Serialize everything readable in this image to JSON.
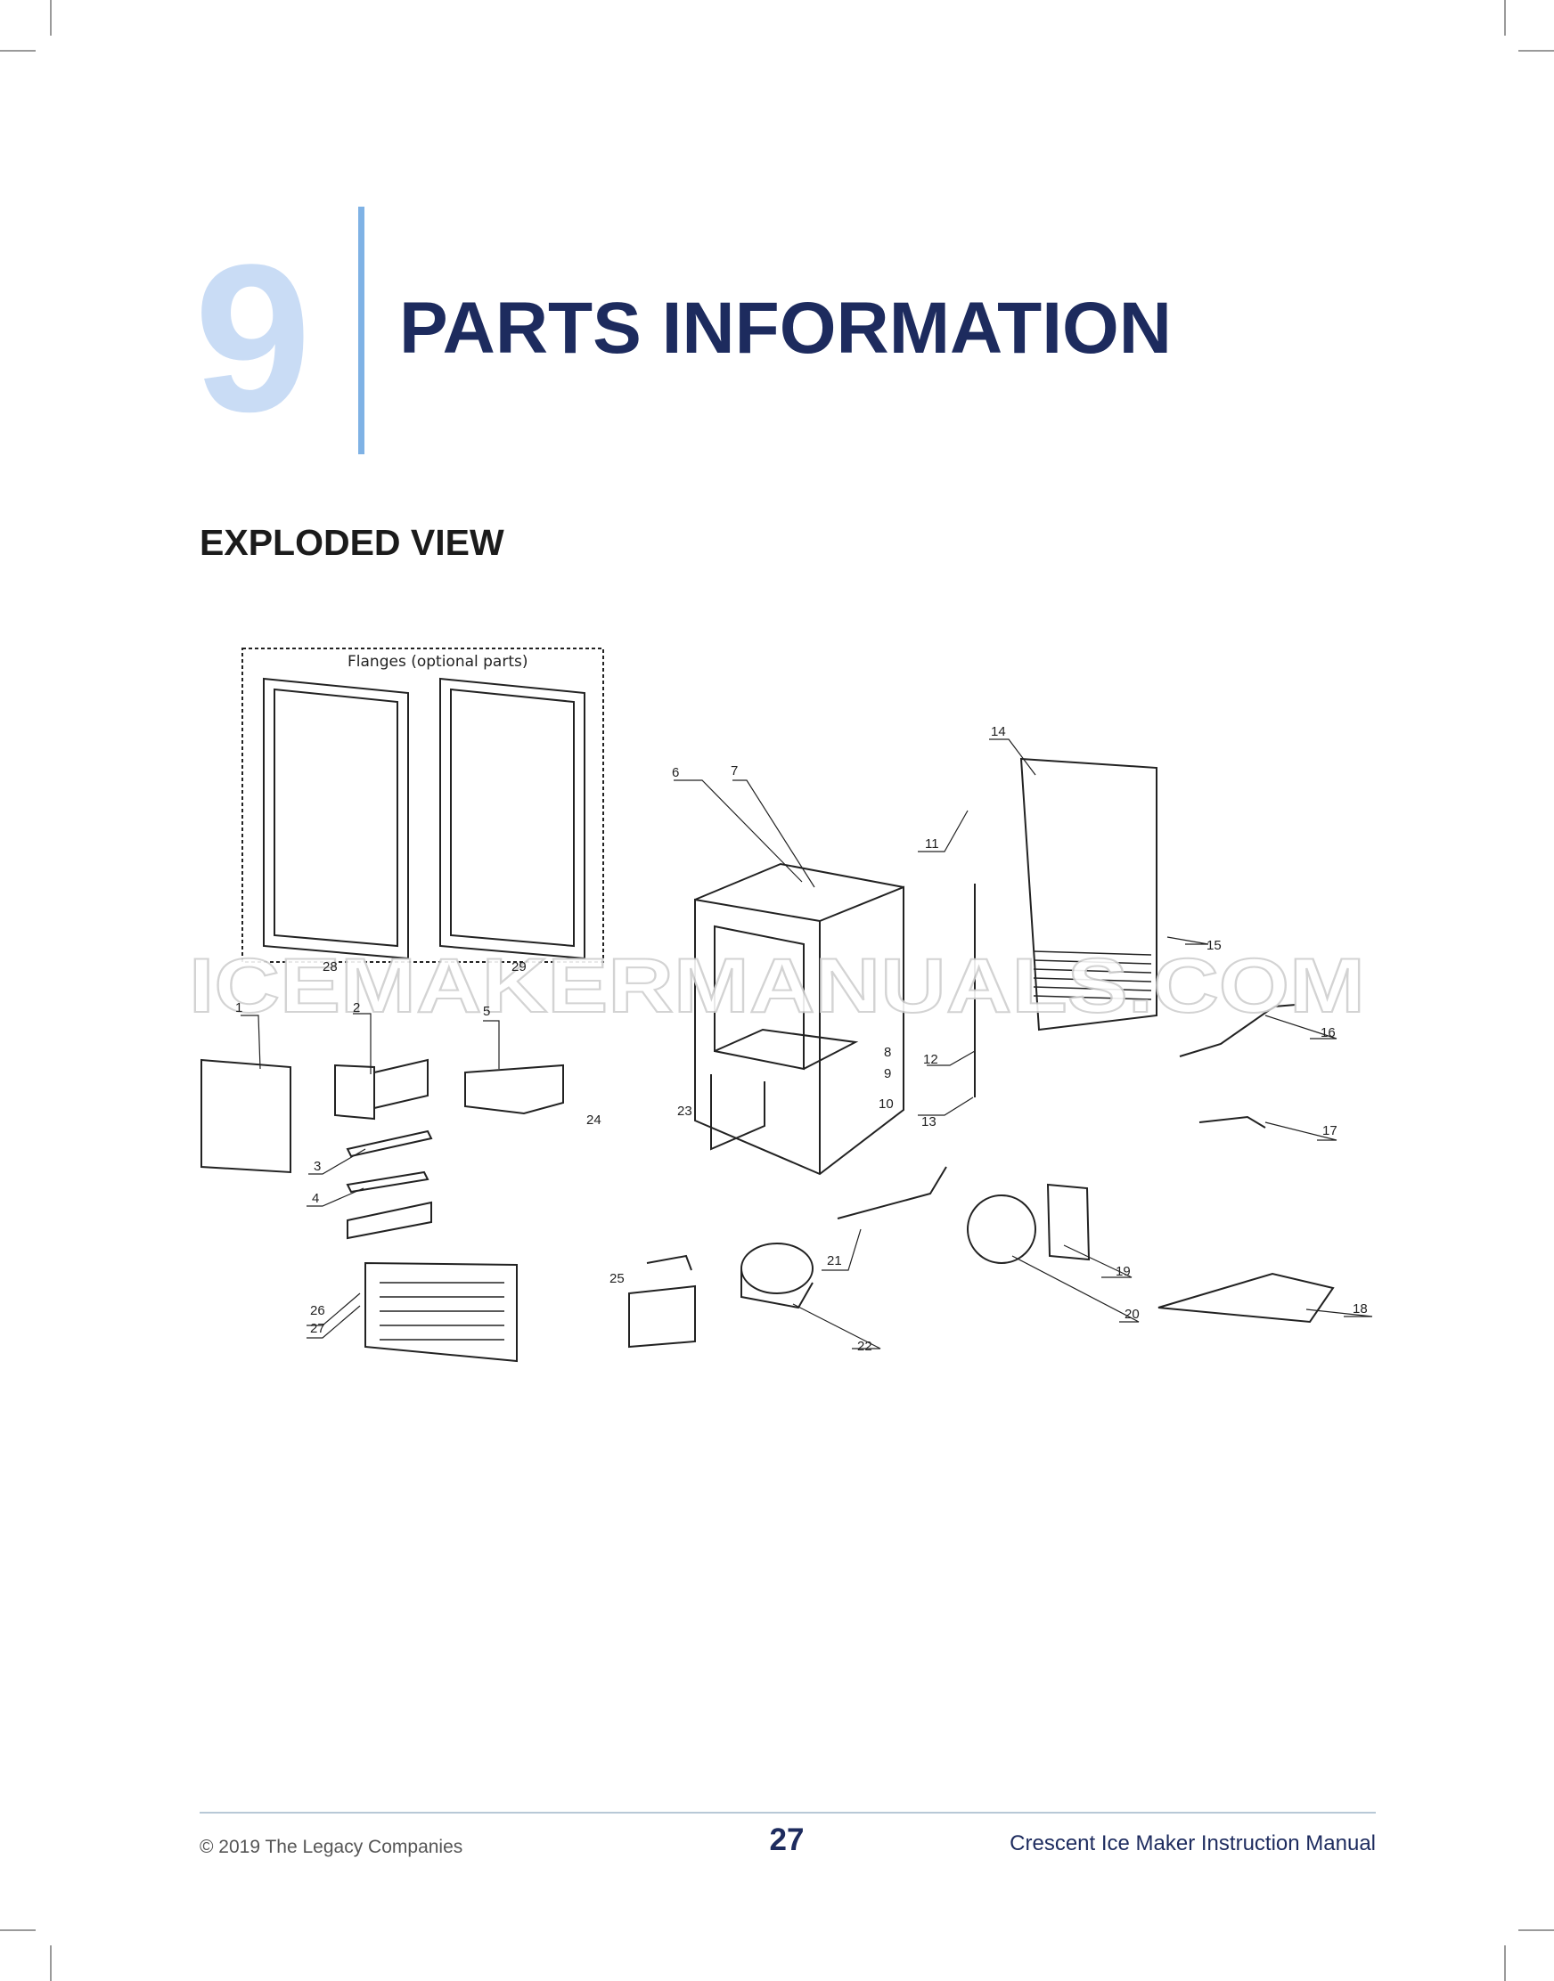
{
  "chapter": {
    "number": "9",
    "title": "PARTS INFORMATION"
  },
  "section": {
    "heading": "EXPLODED VIEW"
  },
  "diagram": {
    "flange_box_label": "Flanges (optional parts)",
    "watermark": "ICEMAKERMANUALS.COM",
    "callouts": [
      "1",
      "2",
      "3",
      "4",
      "5",
      "6",
      "7",
      "8",
      "9",
      "10",
      "11",
      "12",
      "13",
      "14",
      "15",
      "16",
      "17",
      "18",
      "19",
      "20",
      "21",
      "22",
      "23",
      "24",
      "25",
      "26",
      "27",
      "28",
      "29"
    ]
  },
  "footer": {
    "copyright": "© 2019 The Legacy Companies",
    "page_number": "27",
    "manual_title": "Crescent Ice Maker Instruction Manual"
  },
  "colors": {
    "accent_light": "#c9dcf5",
    "accent_rule": "#7fb2e5",
    "title_navy": "#1d2b5e"
  }
}
